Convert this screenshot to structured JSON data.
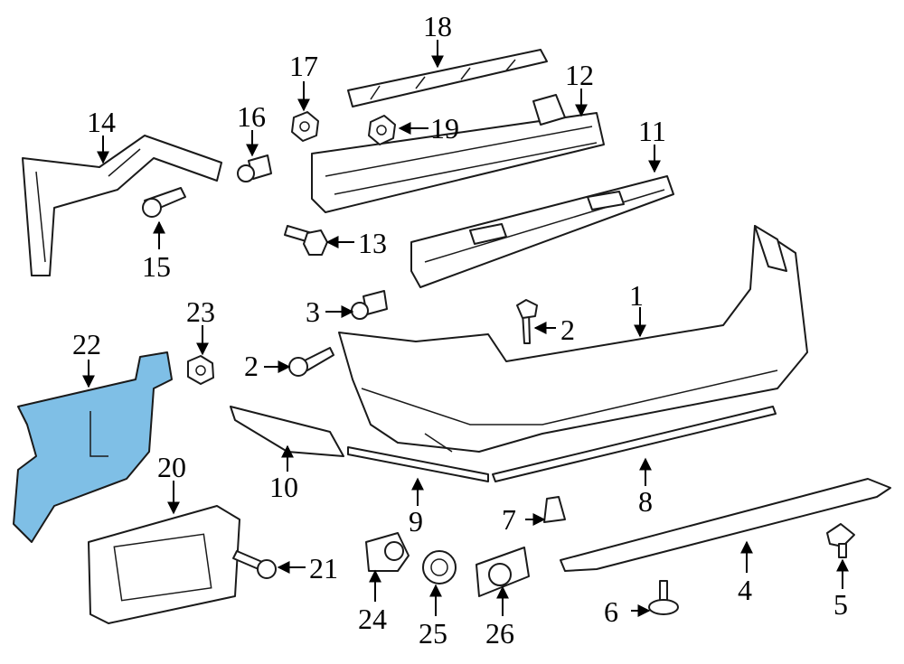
{
  "diagram": {
    "highlight_color": "#7fbfe6",
    "callouts": [
      {
        "id": "c1",
        "label": "1"
      },
      {
        "id": "c2a",
        "label": "2"
      },
      {
        "id": "c2b",
        "label": "2"
      },
      {
        "id": "c3",
        "label": "3"
      },
      {
        "id": "c4",
        "label": "4"
      },
      {
        "id": "c5",
        "label": "5"
      },
      {
        "id": "c6",
        "label": "6"
      },
      {
        "id": "c7",
        "label": "7"
      },
      {
        "id": "c8",
        "label": "8"
      },
      {
        "id": "c9",
        "label": "9"
      },
      {
        "id": "c10",
        "label": "10"
      },
      {
        "id": "c11",
        "label": "11"
      },
      {
        "id": "c12",
        "label": "12"
      },
      {
        "id": "c13",
        "label": "13"
      },
      {
        "id": "c14",
        "label": "14"
      },
      {
        "id": "c15",
        "label": "15"
      },
      {
        "id": "c16",
        "label": "16"
      },
      {
        "id": "c17",
        "label": "17"
      },
      {
        "id": "c18",
        "label": "18"
      },
      {
        "id": "c19",
        "label": "19"
      },
      {
        "id": "c20",
        "label": "20"
      },
      {
        "id": "c21",
        "label": "21"
      },
      {
        "id": "c22",
        "label": "22"
      },
      {
        "id": "c23",
        "label": "23"
      },
      {
        "id": "c24",
        "label": "24"
      },
      {
        "id": "c25",
        "label": "25"
      },
      {
        "id": "c26",
        "label": "26"
      }
    ]
  }
}
